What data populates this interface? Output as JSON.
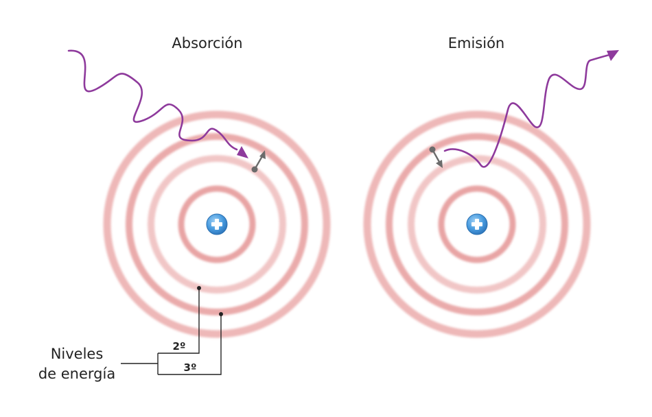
{
  "titles": {
    "absorption": "Absorción",
    "emission": "Emisión"
  },
  "legend": {
    "line1": "Niveles",
    "line2": "de energía",
    "level_2": "2º",
    "level_3": "3º"
  },
  "colors": {
    "orbit": "#e9a0a0",
    "photon": "#8e3a9c",
    "nucleus": "#3a8fd0",
    "electron": "#6b6b6b",
    "text": "#222222"
  },
  "icons": {
    "nucleus": "plus-icon",
    "electron_transition": "arrow-icon"
  }
}
